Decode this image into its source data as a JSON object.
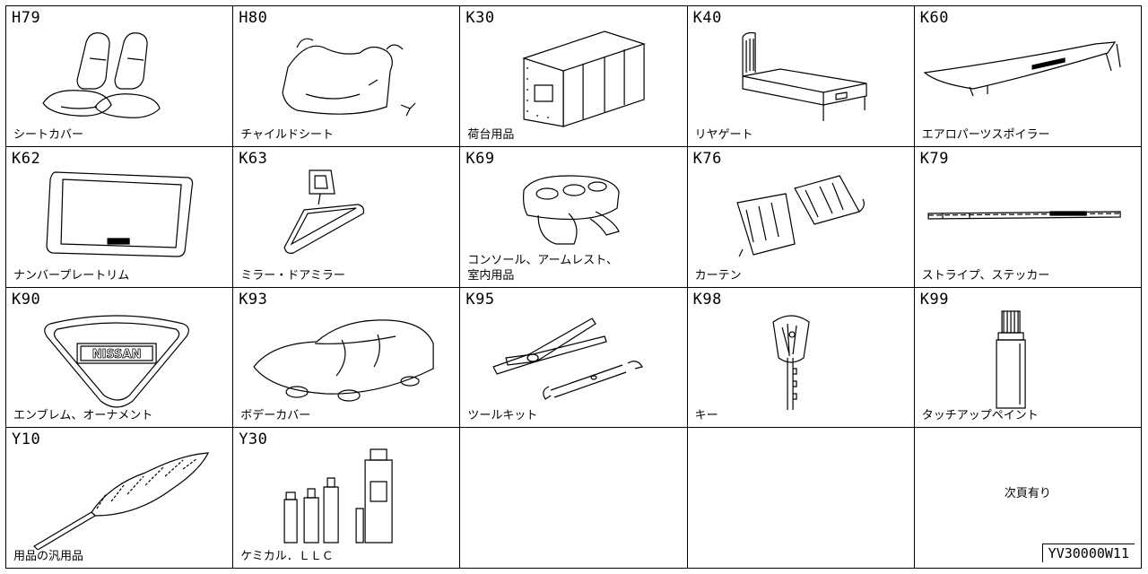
{
  "cells": [
    {
      "code": "H79",
      "label": "シートカバー",
      "icon": "seat-cover-icon"
    },
    {
      "code": "H80",
      "label": "チャイルドシート",
      "icon": "child-seat-icon"
    },
    {
      "code": "K30",
      "label": "荷台用品",
      "icon": "cargo-cover-icon"
    },
    {
      "code": "K40",
      "label": "リヤゲート",
      "icon": "rear-gate-icon"
    },
    {
      "code": "K60",
      "label": "エアロパーツスポイラー",
      "icon": "spoiler-icon"
    },
    {
      "code": "K62",
      "label": "ナンバープレートリム",
      "icon": "plate-rim-icon"
    },
    {
      "code": "K63",
      "label": "ミラー・ドアミラー",
      "icon": "mirror-icon"
    },
    {
      "code": "K69",
      "label": "コンソール、アームレスト、\n室内用品",
      "icon": "console-icon"
    },
    {
      "code": "K76",
      "label": "カーテン",
      "icon": "curtain-icon"
    },
    {
      "code": "K79",
      "label": "ストライプ、ステッカー",
      "icon": "stripe-icon"
    },
    {
      "code": "K90",
      "label": "エンブレム、オーナメント",
      "icon": "emblem-icon",
      "emblem_text": "NISSAN"
    },
    {
      "code": "K93",
      "label": "ボデーカバー",
      "icon": "body-cover-icon"
    },
    {
      "code": "K95",
      "label": "ツールキット",
      "icon": "tool-kit-icon"
    },
    {
      "code": "K98",
      "label": "キー",
      "icon": "key-icon"
    },
    {
      "code": "K99",
      "label": "タッチアップペイント",
      "icon": "touch-up-paint-icon"
    },
    {
      "code": "Y10",
      "label": "用品の汎用品",
      "icon": "duster-icon"
    },
    {
      "code": "Y30",
      "label": "ケミカル．ＬＬＣ",
      "icon": "chemical-bottles-icon"
    }
  ],
  "next_page_note": "次頁有り",
  "figure_id": "YV30000W11"
}
